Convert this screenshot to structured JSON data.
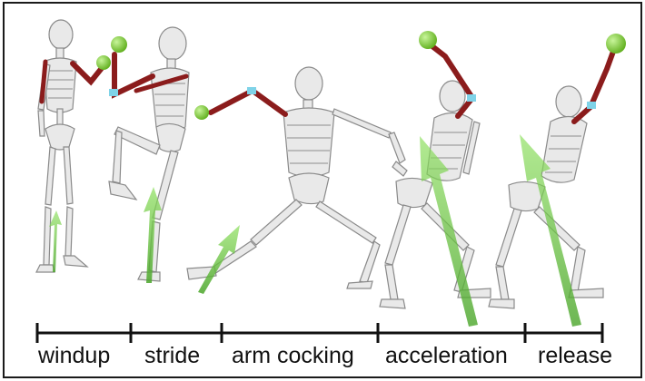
{
  "phases": [
    {
      "label": "windup"
    },
    {
      "label": "stride"
    },
    {
      "label": "arm cocking"
    },
    {
      "label": "acceleration"
    },
    {
      "label": "release"
    }
  ],
  "colors": {
    "frame": "#1a1a1a",
    "bone": "#e9e9e9",
    "bone_outline": "#8a8a8a",
    "muscle": "#8b1c1c",
    "ball": "#7ed321",
    "force_arrow": "#6cc24a",
    "joint_marker": "#7fd3e8",
    "timeline": "#111111"
  },
  "icons": [
    "skeleton-figure",
    "ball",
    "ground-reaction-arrow"
  ]
}
